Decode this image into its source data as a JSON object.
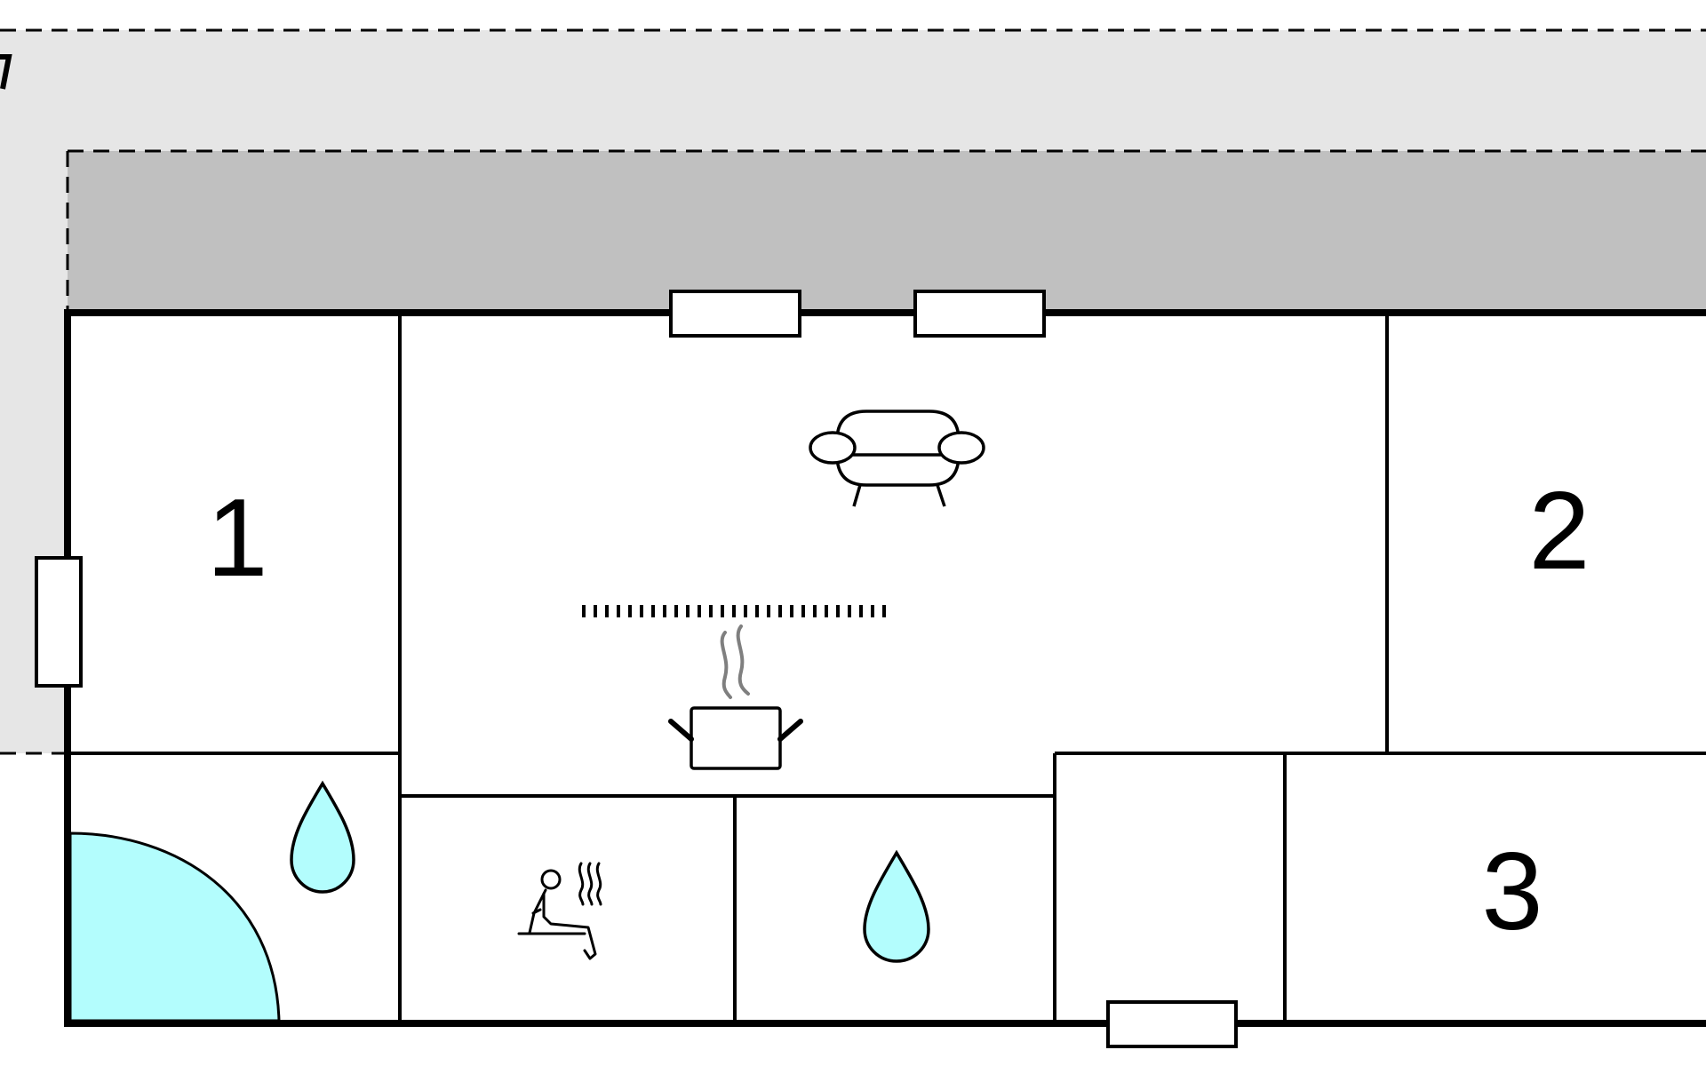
{
  "floorplan": {
    "rooms": [
      {
        "id": "room-1",
        "label": "1"
      },
      {
        "id": "room-2",
        "label": "2"
      },
      {
        "id": "room-3",
        "label": "3"
      }
    ],
    "icons": [
      {
        "id": "sofa-icon",
        "meaning": "living room"
      },
      {
        "id": "cooking-pot-icon",
        "meaning": "kitchen"
      },
      {
        "id": "sauna-icon",
        "meaning": "sauna"
      },
      {
        "id": "water-drop-icon",
        "meaning": "bathroom"
      },
      {
        "id": "whirlpool-icon",
        "meaning": "whirlpool"
      }
    ],
    "colors": {
      "outer_terrace": "#e6e6e6",
      "covered_terrace": "#c0c0c0",
      "water": "#b3fdfd",
      "wall": "#000000",
      "steam": "#7f7f7f"
    }
  }
}
